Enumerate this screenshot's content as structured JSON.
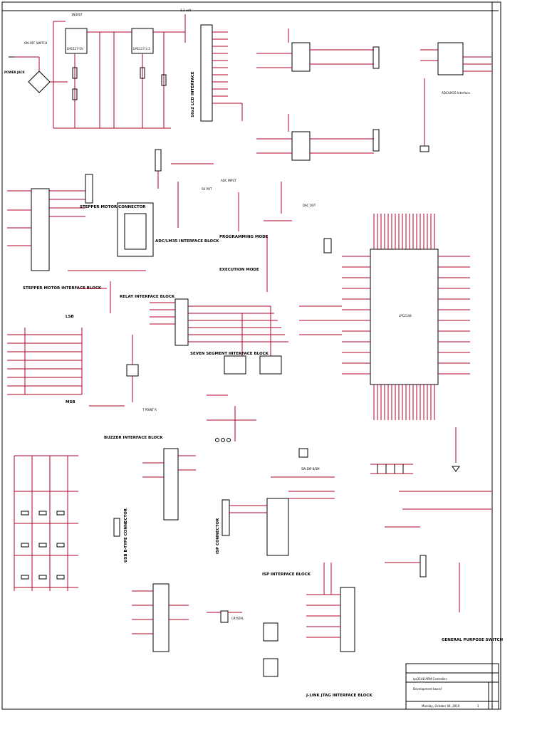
{
  "colors": {
    "wire": "#b1002a",
    "component": "#000000",
    "bus": "#3a3ad0",
    "background": "#ffffff"
  },
  "power": {
    "on_off_switch": "ON-OFF SWITCH",
    "power_jack": "POWER JACK",
    "supply_3v3": "3.3 volt",
    "reg1": "LM1117-5V",
    "reg2": "LM1117-3.3",
    "reg_d": "1N4007"
  },
  "blocks": {
    "lcd": "16x2 LCD INTERFACE",
    "adc_input": "ADC INPUT",
    "adc_pot": "5K POT",
    "rtc_out": "DAC OUT",
    "stepper": "STEPPER MOTOR INTERFACE BLOCK",
    "stepper_conn": "STEPPER MOTOR CONNECTOR",
    "adc_lm35": "ADC/LM35 INTERFACE BLOCK",
    "prog_mode": "PROGRAMMING MODE",
    "exec_mode": "EXECUTION MODE",
    "relay": "RELAY INTERFACE BLOCK",
    "lsb": "LSB",
    "msb": "MSB",
    "seven_seg": "SEVEN SEGMENT INTERFACE BLOCK",
    "buzzer": "BUZZER INTERFACE BLOCK",
    "usb": "USB B-TYPE CONNECTOR",
    "isp_conn": "ISP CONNECTOR",
    "isp": "ISP INTERFACE BLOCK",
    "jlink": "J-LINK JTAG INTERFACE BLOCK",
    "gp_switch": "GENERAL PURPOSE SWITCH",
    "adc_lm35_right": "ADC/LM35 Interface",
    "mcu": "LPC2148",
    "crystal": "CRYSTAL",
    "t_point": "T POINT R",
    "sw_dip": "SW DIP 8/SM"
  },
  "title_block": {
    "title": "lpc2148 ARM Controller",
    "subtitle": "Development board",
    "date": "Monday, October 04, 2010",
    "sheet": "1",
    "of": "1"
  }
}
